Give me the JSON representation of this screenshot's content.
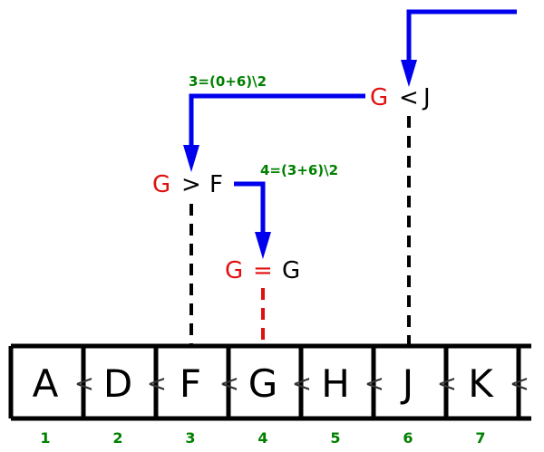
{
  "colors": {
    "arrow": "#0000ee",
    "target": "#e01010",
    "formula": "#008000",
    "index": "#008000",
    "dash_black": "#000000",
    "dash_red": "#e01010"
  },
  "array": {
    "cells": [
      "A",
      "D",
      "F",
      "G",
      "H",
      "J",
      "K"
    ],
    "separator": "<",
    "indices": [
      "1",
      "2",
      "3",
      "4",
      "5",
      "6",
      "7"
    ]
  },
  "comparisons": [
    {
      "target": "G",
      "op": "<",
      "value": "J"
    },
    {
      "target": "G",
      "op": ">",
      "value": "F"
    },
    {
      "target": "G",
      "op": "=",
      "value": "G"
    }
  ],
  "formulas": [
    "3=(0+6)\\2",
    "4=(3+6)\\2"
  ]
}
